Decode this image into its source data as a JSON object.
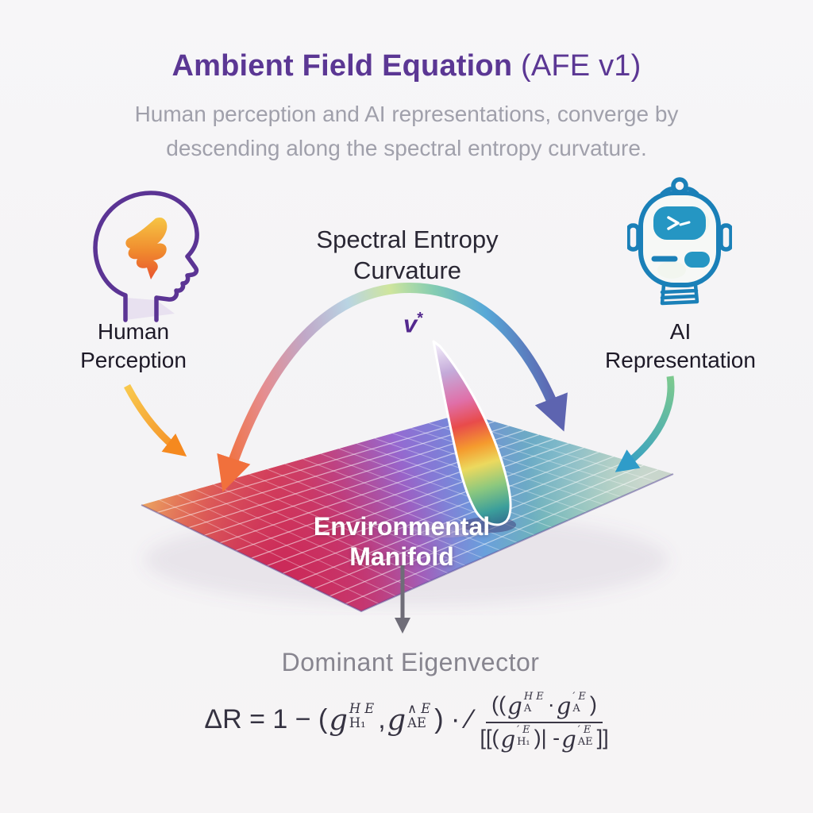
{
  "title": {
    "main": "Ambient Field Equation",
    "suffix": " (AFE v1)"
  },
  "subtitle": {
    "line1": "Human perception and AI representations, converge by",
    "line2": "descending along the spectral entropy curvature."
  },
  "left_figure": {
    "icon": "human-head-profile-icon",
    "label_line1": "Human",
    "label_line2": "Perception"
  },
  "right_figure": {
    "icon": "robot-head-icon",
    "label_line1": "AI",
    "label_line2": "Representation"
  },
  "curvature_label": {
    "line1": "Spectral Entropy",
    "line2": "Curvature"
  },
  "v_star": {
    "symbol": "v",
    "star": "*"
  },
  "manifold_label": {
    "line1": "Environmental",
    "line2": "Manifold"
  },
  "eigenvector_label": "Dominant Eigenvector",
  "equation": {
    "tokens": [
      {
        "text": "ΔR = 1 − ("
      },
      {
        "base": "g",
        "sup": "H E",
        "sub": "H₁"
      },
      {
        "text": ", "
      },
      {
        "base": "g",
        "sup": "∧ E",
        "sub": "AE"
      },
      {
        "text": ") · ⁄"
      },
      {
        "frac": {
          "num": [
            {
              "text": "(("
            },
            {
              "base": "g",
              "sup": "H E",
              "sub": "A"
            },
            {
              "text": " · "
            },
            {
              "base": "g",
              "sup": "′ E",
              "sub": "A"
            },
            {
              "text": ")"
            }
          ],
          "den": [
            {
              "text": "[[("
            },
            {
              "base": "g",
              "sup": "′ E",
              "sub": "H₁"
            },
            {
              "text": ")| - "
            },
            {
              "base": "g",
              "sup": "′ E",
              "sub": "AE"
            },
            {
              "text": "]]"
            }
          ]
        }
      }
    ]
  },
  "colors": {
    "background": "#f5f4f6",
    "title_purple": "#5b3794",
    "subtitle_gray": "#a0a0ab",
    "label_dark": "#1d1927",
    "curvature_label_dark": "#2a2734",
    "v_star_purple": "#53288e",
    "manifold_label_white": "#ffffff",
    "eigenvector_gray": "#87858f",
    "equation_dark": "#353241",
    "head_outline_purple": "#5b3494",
    "head_flame_yellow": "#f6c544",
    "head_flame_red": "#e8542f",
    "robot_blue": "#1a80b8",
    "arrow_orange": "#f5891f",
    "arrow_teal": "#2f9cc9",
    "arc_left_orange": "#f1703c",
    "arc_right_indigo": "#5d64b0",
    "down_arrow_gray": "#6f6d78"
  }
}
